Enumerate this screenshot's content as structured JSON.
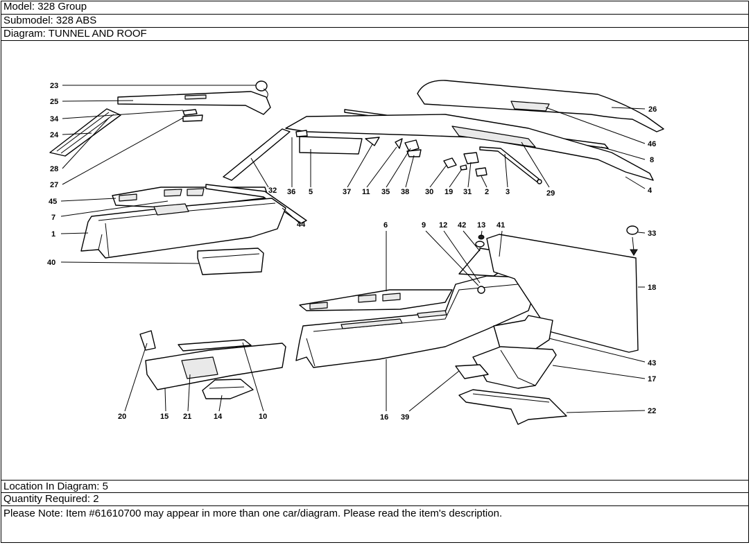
{
  "header": {
    "model": "Model: 328 Group",
    "submodel": "Submodel: 328 ABS",
    "diagram": "Diagram: TUNNEL AND ROOF"
  },
  "footer": {
    "location": "Location In Diagram: 5",
    "quantity": "Quantity Required: 2",
    "note": "Please Note: Item #61610700 may appear in more than one car/diagram. Please read the item's description."
  },
  "callouts": {
    "c1": "1",
    "c2": "2",
    "c3": "3",
    "c4": "4",
    "c5": "5",
    "c6": "6",
    "c7": "7",
    "c8": "8",
    "c9": "9",
    "c10": "10",
    "c11": "11",
    "c12": "12",
    "c13": "13",
    "c14": "14",
    "c15": "15",
    "c16": "16",
    "c17": "17",
    "c18": "18",
    "c19": "19",
    "c20": "20",
    "c21": "21",
    "c22": "22",
    "c23": "23",
    "c24": "24",
    "c25": "25",
    "c26": "26",
    "c27": "27",
    "c28": "28",
    "c29": "29",
    "c30": "30",
    "c31": "31",
    "c32": "32",
    "c33": "33",
    "c34": "34",
    "c35": "35",
    "c36": "36",
    "c37": "37",
    "c38": "38",
    "c39": "39",
    "c40": "40",
    "c41": "41",
    "c42": "42",
    "c43": "43",
    "c44": "44",
    "c45": "45",
    "c46": "46"
  }
}
